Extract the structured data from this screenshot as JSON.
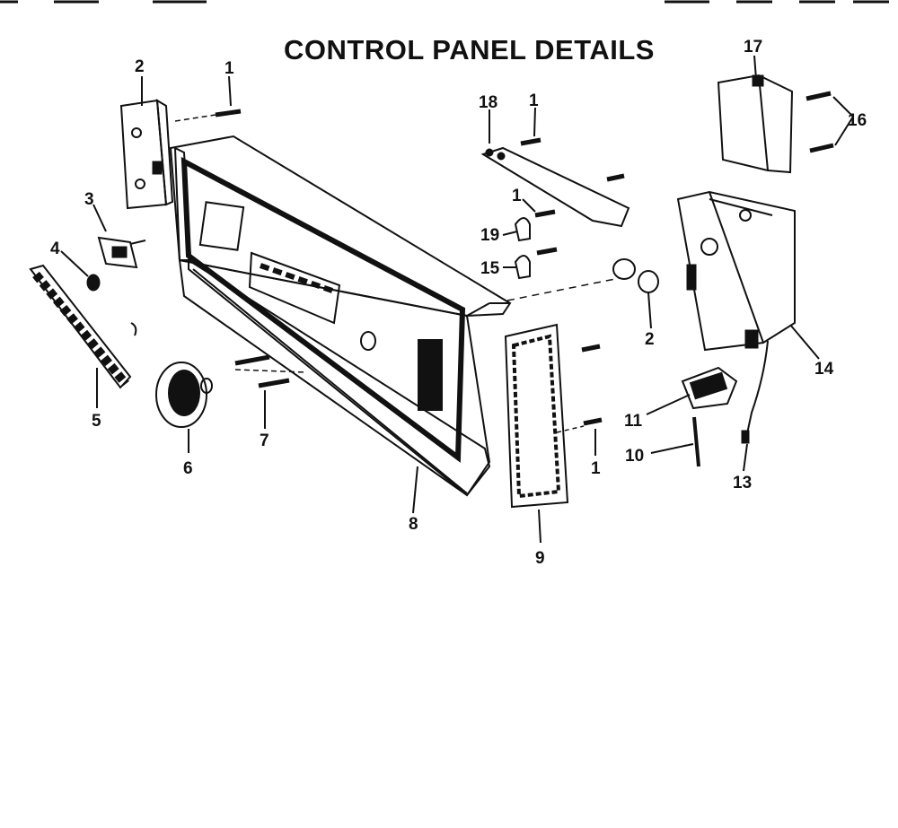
{
  "title": "CONTROL PANEL DETAILS",
  "callouts": {
    "c1a": "1",
    "c1b": "1",
    "c1c": "1",
    "c1d": "1",
    "c2a": "2",
    "c2b": "2",
    "c3": "3",
    "c4": "4",
    "c5": "5",
    "c6": "6",
    "c7": "7",
    "c8": "8",
    "c9": "9",
    "c10": "10",
    "c11": "11",
    "c13": "13",
    "c14": "14",
    "c15": "15",
    "c16": "16",
    "c17": "17",
    "c18": "18",
    "c19": "19"
  },
  "colors": {
    "ink": "#111111",
    "paper": "#ffffff"
  }
}
